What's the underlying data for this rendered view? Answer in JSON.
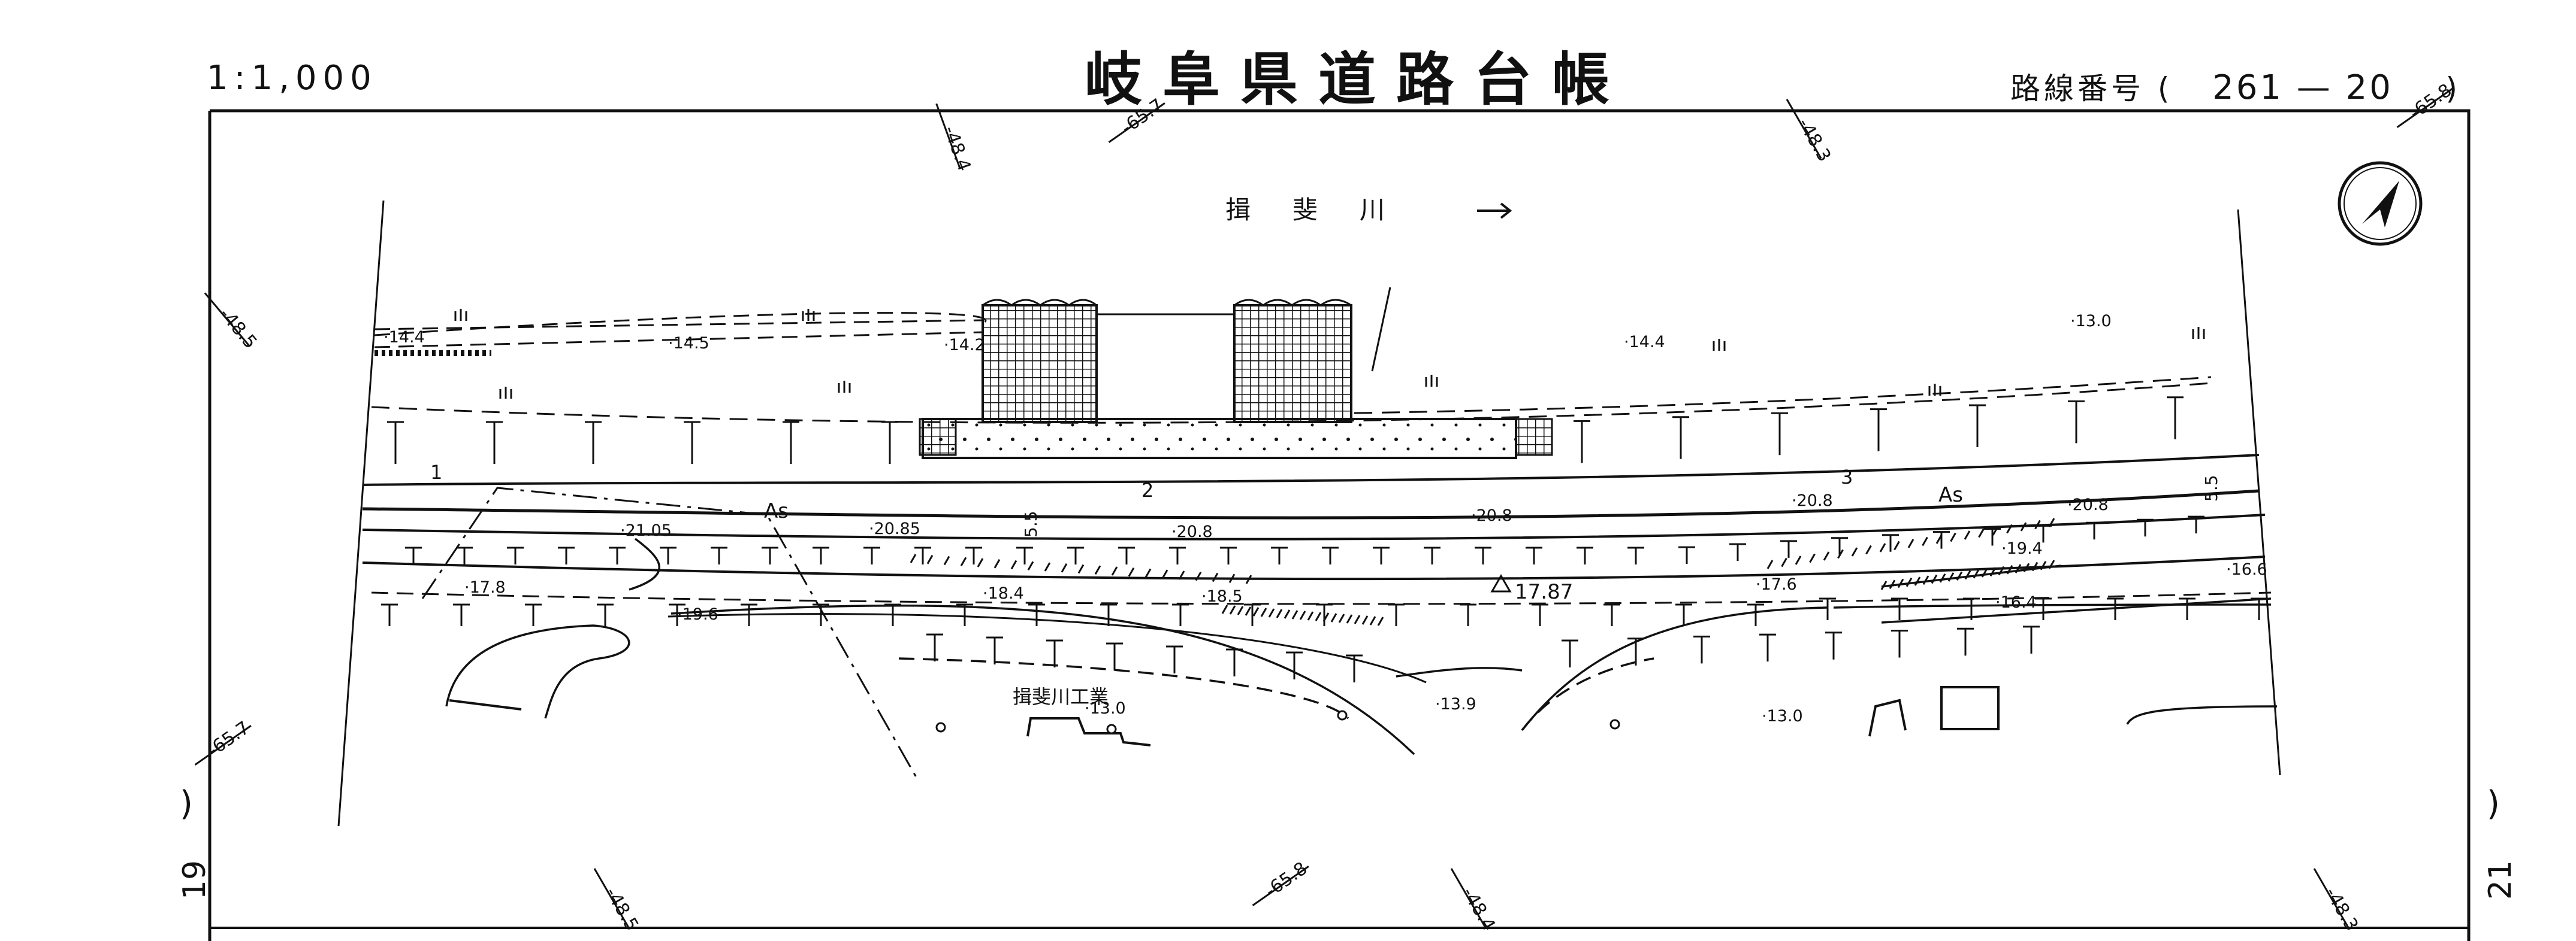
{
  "header": {
    "scale": "1:1,000",
    "title": "岐阜県道路台帳",
    "route_label": "路線番号",
    "route_number": "261 — 20"
  },
  "side_pages": {
    "left": "19",
    "right": "21"
  },
  "map": {
    "river_label": "揖斐川",
    "facility_label": "揖斐川工業",
    "road_surface_label": "As",
    "station_labels": [
      "1",
      "2",
      "3"
    ],
    "widths": [
      "5.5",
      "5.5"
    ],
    "benchmark": "17.87",
    "elevations": [
      "14.4",
      "14.5",
      "14.2",
      "14.4",
      "13.0",
      "21.05",
      "20.85",
      "20.8",
      "20.8",
      "20.8",
      "20.8",
      "17.8",
      "19.6",
      "18.4",
      "18.5",
      "17.6",
      "19.4",
      "16.6",
      "16.4",
      "13.0",
      "13.9",
      "13.0"
    ],
    "edge_coords": [
      "48.4",
      "65.7",
      "48.3",
      "65.8",
      "48.5",
      "65.7",
      "48.5",
      "65.8",
      "48.4",
      "48.3"
    ]
  },
  "colors": {
    "ink": "#111111",
    "paper": "#ffffff"
  },
  "icons": {
    "north_arrow": "north-arrow-icon"
  }
}
